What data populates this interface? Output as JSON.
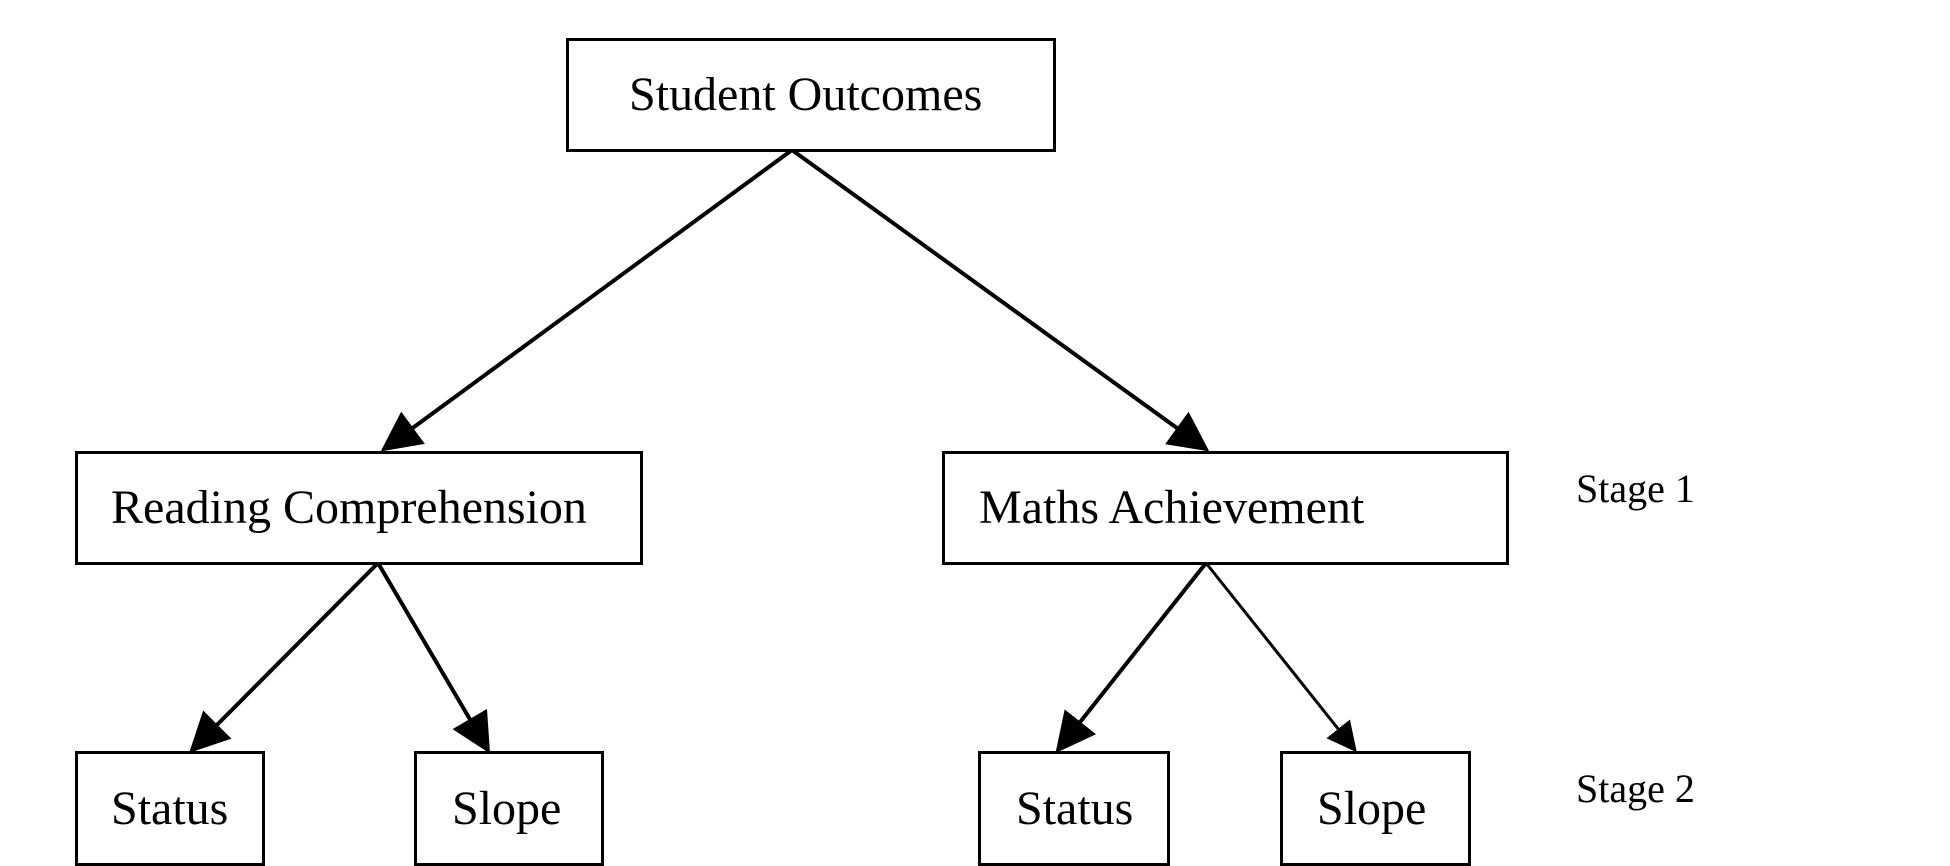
{
  "nodes": {
    "root": "Student Outcomes",
    "reading": "Reading Comprehension",
    "maths": "Maths Achievement",
    "reading_status": "Status",
    "reading_slope": "Slope",
    "maths_status": "Status",
    "maths_slope": "Slope"
  },
  "stages": {
    "stage1": "Stage 1",
    "stage2": "Stage 2"
  },
  "colors": {
    "stroke": "#000000",
    "background": "#ffffff"
  }
}
